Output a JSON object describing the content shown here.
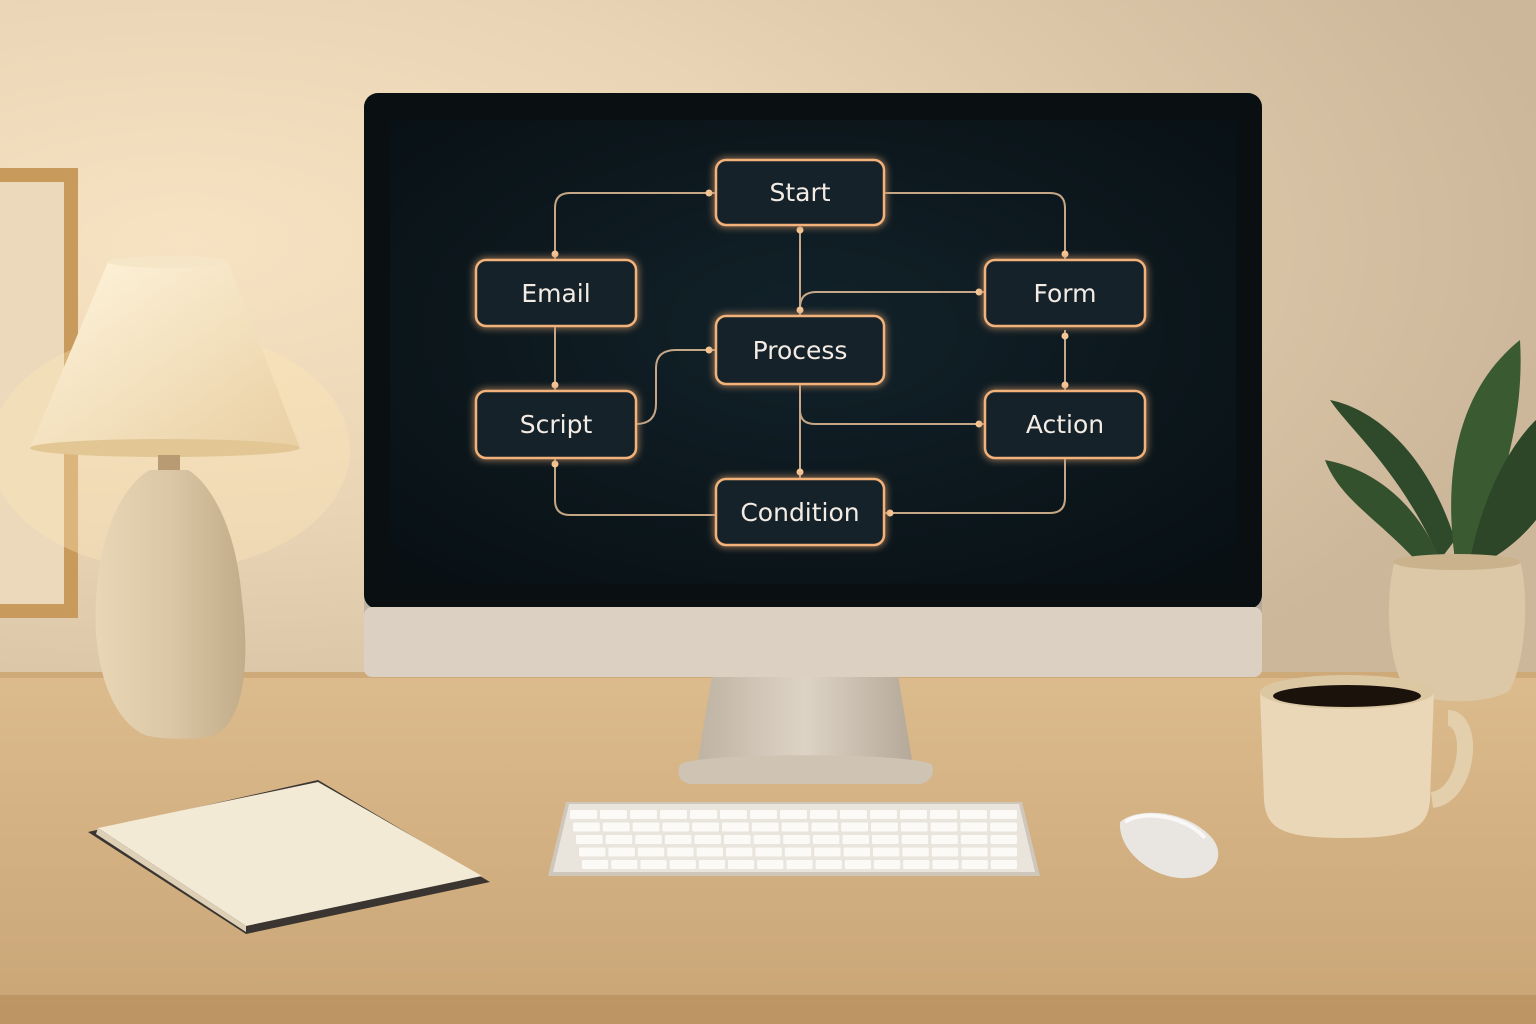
{
  "colors": {
    "wall": "#e9d8bd",
    "desk": "#d6b587",
    "screen_bg": "#0b1418",
    "node_fill": "#13232a",
    "node_glow": "#f3b27a",
    "connector": "#e9c39d",
    "monitor_frame": "#d9cdbd"
  },
  "screen": {
    "nodes": [
      {
        "id": "start",
        "label": "Start",
        "icon": "flow-node"
      },
      {
        "id": "email",
        "label": "Email",
        "icon": "flow-node"
      },
      {
        "id": "form",
        "label": "Form",
        "icon": "flow-node"
      },
      {
        "id": "process",
        "label": "Process",
        "icon": "flow-node"
      },
      {
        "id": "script",
        "label": "Script",
        "icon": "flow-node"
      },
      {
        "id": "action",
        "label": "Action",
        "icon": "flow-node"
      },
      {
        "id": "condition",
        "label": "Condition",
        "icon": "flow-node"
      }
    ]
  },
  "scene_objects": {
    "lamp": "table-lamp",
    "picture_frame": "wall-frame",
    "plant": "potted-plant",
    "mug": "coffee-mug",
    "notebook": "closed-notebook",
    "keyboard": "wireless-keyboard",
    "mouse": "wireless-mouse"
  }
}
